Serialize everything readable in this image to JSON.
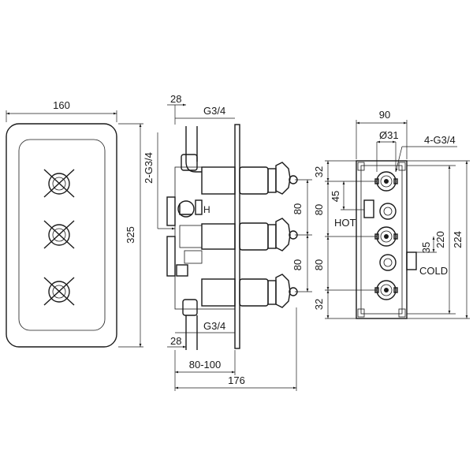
{
  "front_view": {
    "width_label": "160",
    "height_label": "325"
  },
  "side_view": {
    "top_offset_label": "28",
    "top_thread_label": "G3/4",
    "left_thread_label": "2-G3/4",
    "spacing_upper_label": "80",
    "spacing_lower_label": "80",
    "bottom_thread_label": "G3/4",
    "bottom_offset_label": "28",
    "depth_range_label": "80-100",
    "overall_depth_label": "176",
    "hot_marker": "H"
  },
  "rear_view": {
    "width_label": "90",
    "diameter_label": "Ø31",
    "thread_label": "4-G3/4",
    "top_margin_label": "32",
    "upper_spacing_label": "80",
    "lower_spacing_label": "80",
    "bottom_margin_label": "32",
    "hot_offset_label": "45",
    "cold_offset_label": "35",
    "inner_height_label": "220",
    "overall_height_label": "224",
    "hot_label": "HOT",
    "cold_label": "COLD"
  }
}
